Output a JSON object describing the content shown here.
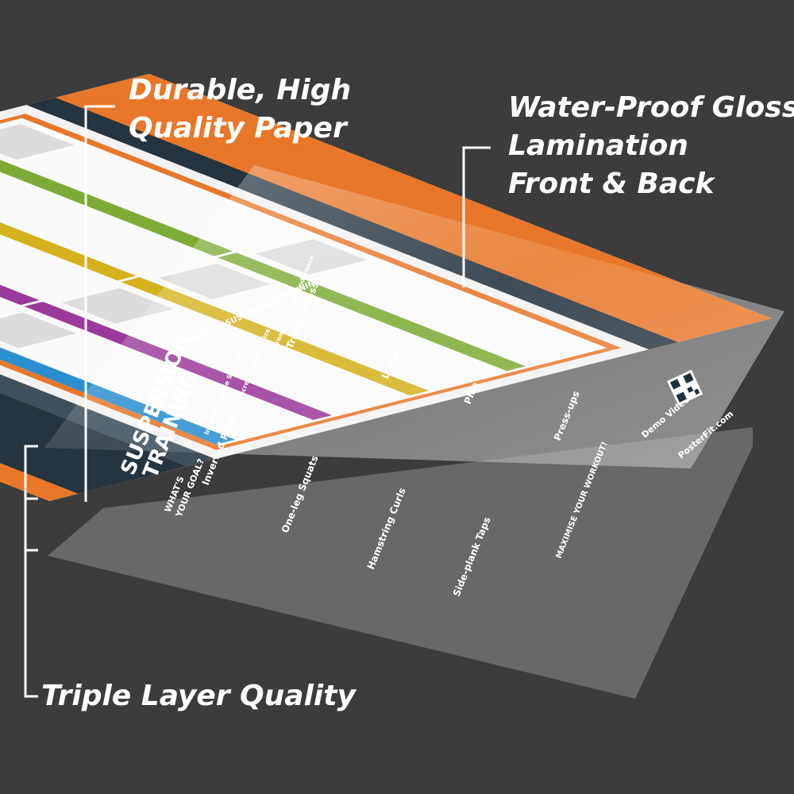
{
  "callouts": {
    "paper": [
      "Durable, High",
      "Quality Paper"
    ],
    "lamination": [
      "Water-Proof Gloss",
      "Lamination",
      "Front & Back"
    ],
    "triple": "Triple Layer Quality"
  },
  "poster": {
    "title_line1": "SUSPENSION",
    "title_line2": "TRAINING",
    "goal_line1": "WHAT'S",
    "goal_line2": "YOUR GOAL?",
    "why_heading": "WHY DO SUSPENSION TRAINING?",
    "goals": [
      "Increase Muscle Strength",
      "Increase Muscle Size",
      "Increase Muscular Endurance"
    ],
    "exercises": [
      {
        "label": "Inverted Rows",
        "color": "#2b8fcf"
      },
      {
        "label": "Triceps Press",
        "color": "#2b8fcf"
      },
      {
        "label": "One-leg Squats",
        "color": "#9b3a9b"
      },
      {
        "label": "Lunges",
        "color": "#9b3a9b"
      },
      {
        "label": "Hamstring Curls",
        "color": "#d4b21e"
      },
      {
        "label": "Pike",
        "color": "#d4b21e"
      },
      {
        "label": "Side-plank Taps",
        "color": "#7cab36"
      },
      {
        "label": "Press-ups",
        "color": "#7cab36"
      }
    ],
    "demo_videos": "Demo Videos",
    "brand": "PosterFit.com",
    "maximise": "MAXIMISE YOUR WORKOUT!"
  },
  "colors": {
    "background": "#3c3c3c",
    "orange": "#e8772a",
    "navy": "#1f2f3a",
    "text": "#ffffff"
  }
}
